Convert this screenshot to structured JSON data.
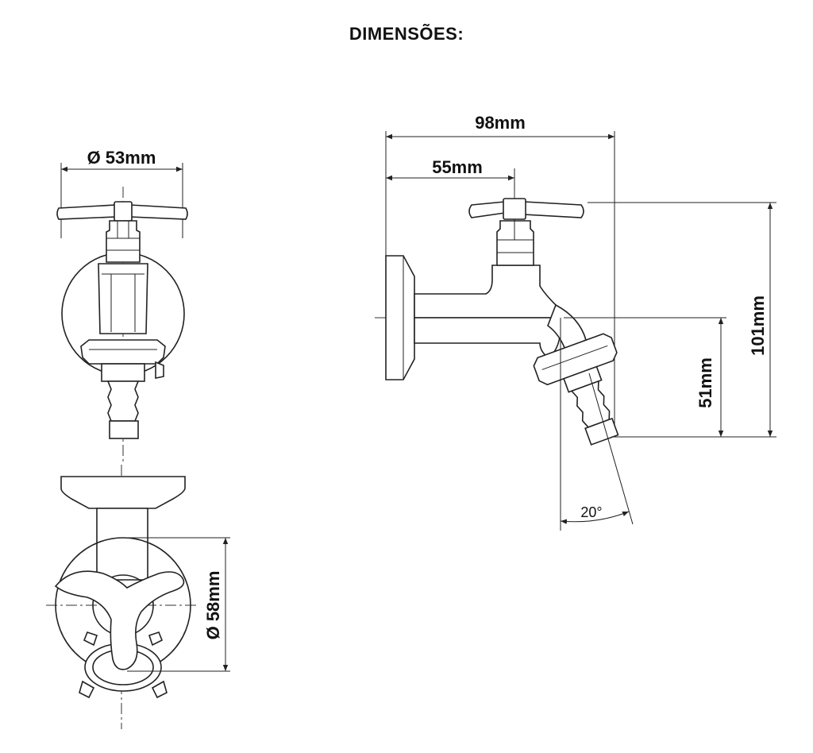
{
  "title": "DIMENSÕES:",
  "dimensions": {
    "front_diameter": "Ø 53mm",
    "top_diameter": "Ø 58mm",
    "total_length": "98mm",
    "handle_offset": "55mm",
    "total_height": "101mm",
    "outlet_height": "51mm",
    "angle": "20°"
  }
}
